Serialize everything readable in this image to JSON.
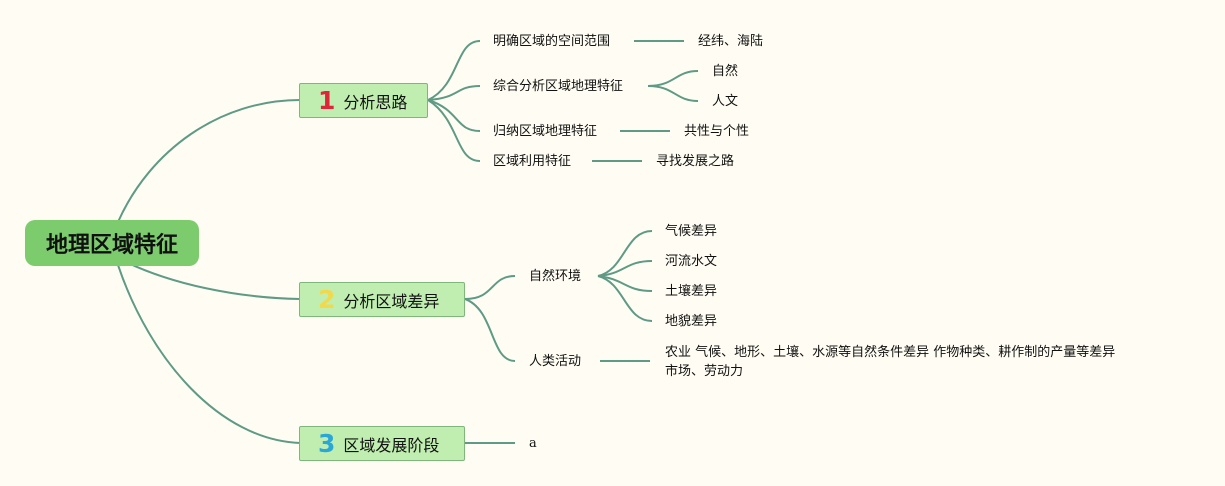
{
  "root": {
    "label": "地理区域特征"
  },
  "branches": [
    {
      "num": "1",
      "num_color": "#e0243a",
      "label": "分析思路",
      "children": [
        {
          "label": "明确区域的空间范围",
          "children": [
            "经纬、海陆"
          ]
        },
        {
          "label": "综合分析区域地理特征",
          "children": [
            "自然",
            "人文"
          ]
        },
        {
          "label": "归纳区域地理特征",
          "children": [
            "共性与个性"
          ]
        },
        {
          "label": "区域利用特征",
          "children": [
            "寻找发展之路"
          ]
        }
      ]
    },
    {
      "num": "2",
      "num_color": "#f2d94b",
      "label": "分析区域差异",
      "children": [
        {
          "label": "自然环境",
          "children": [
            "气候差异",
            "河流水文",
            "土壤差异",
            "地貌差异"
          ]
        },
        {
          "label": "人类活动",
          "children": [
            "农业 气候、地形、土壤、水源等自然条件差异 作物种类、耕作制的产量等差异",
            "市场、劳动力"
          ]
        }
      ]
    },
    {
      "num": "3",
      "num_color": "#2aa7d6",
      "label": "区域发展阶段",
      "children": [
        {
          "label": "a",
          "children": []
        }
      ]
    }
  ]
}
